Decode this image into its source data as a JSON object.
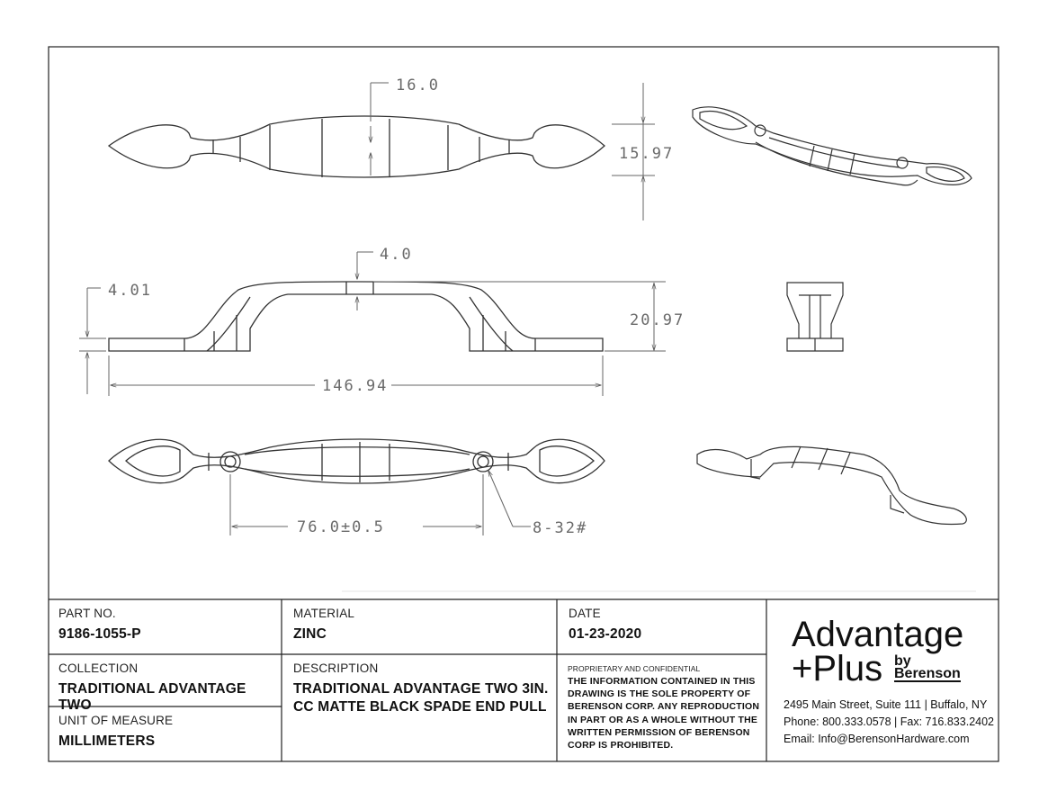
{
  "dimensions": {
    "width_top": "16.0",
    "height_top": "15.97",
    "thickness": "4.0",
    "base": "4.01",
    "projection": "20.97",
    "length": "146.94",
    "center_to_center": "76.0±0.5",
    "screw": "8-32#"
  },
  "title_block": {
    "part_no_label": "PART NO.",
    "part_no": "9186-1055-P",
    "material_label": "MATERIAL",
    "material": "ZINC",
    "date_label": "DATE",
    "date": "01-23-2020",
    "collection_label": "COLLECTION",
    "collection": "TRADITIONAL ADVANTAGE TWO",
    "description_label": "DESCRIPTION",
    "description_line1": "TRADITIONAL ADVANTAGE TWO 3IN.",
    "description_line2": "CC MATTE BLACK SPADE END PULL",
    "uom_label": "UNIT OF MEASURE",
    "uom": "MILLIMETERS",
    "proprietary_label": "PROPRIETARY AND CONFIDENTIAL",
    "notice_lines": [
      "THE INFORMATION CONTAINED IN THIS",
      "DRAWING IS THE SOLE PROPERTY OF",
      "BERENSON CORP. ANY REPRODUCTION",
      "IN PART OR AS A WHOLE WITHOUT THE",
      "WRITTEN PERMISSION OF BERENSON",
      "CORP IS PROHIBITED."
    ]
  },
  "company": {
    "logo_line1": "Advantage",
    "logo_line2": "+Plus",
    "logo_by": "by",
    "logo_brand": "Berenson",
    "address": "2495 Main Street, Suite 111 | Buffalo, NY",
    "phone": "Phone: 800.333.0578 | Fax: 716.833.2402",
    "email": "Email: Info@BerensonHardware.com"
  }
}
